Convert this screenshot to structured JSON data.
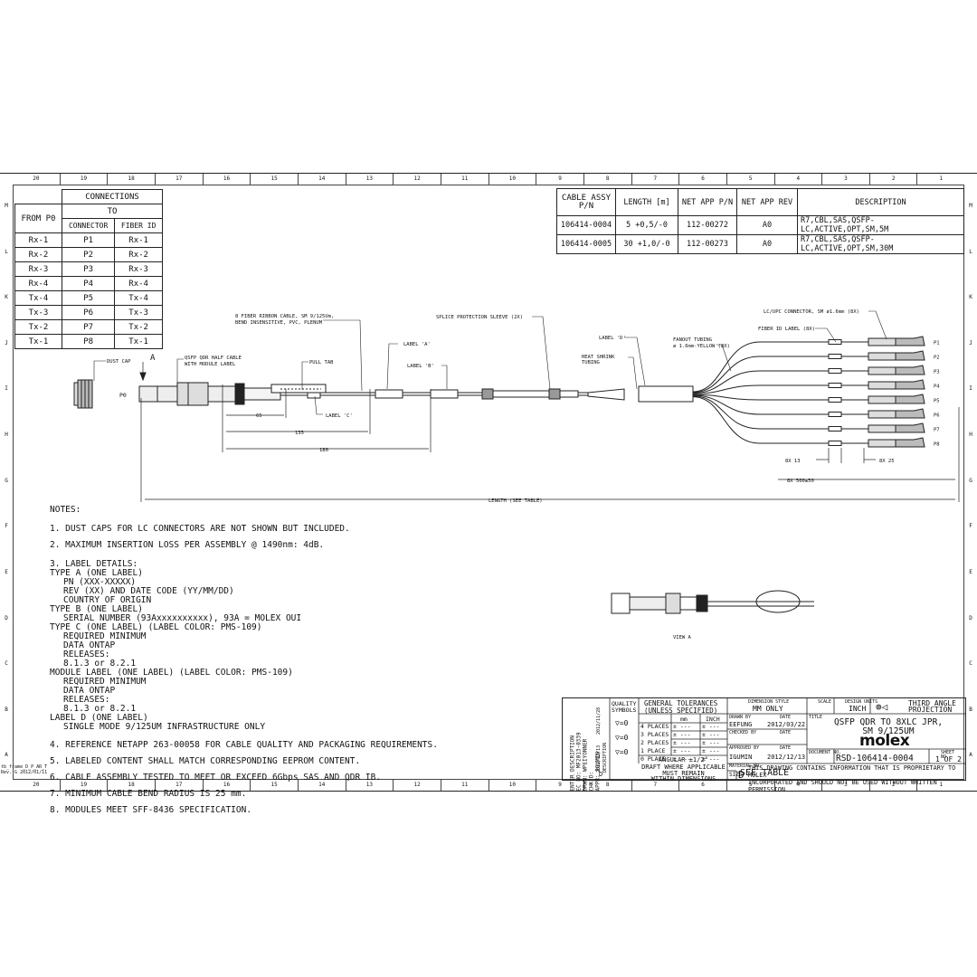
{
  "zones": [
    "20",
    "19",
    "18",
    "17",
    "16",
    "15",
    "14",
    "13",
    "12",
    "11",
    "10",
    "9",
    "8",
    "7",
    "6",
    "5",
    "4",
    "3",
    "2",
    "1"
  ],
  "rows": [
    "M",
    "L",
    "K",
    "J",
    "I",
    "H",
    "G",
    "F",
    "E",
    "D",
    "C",
    "B",
    "A"
  ],
  "frame_code": [
    "tb_frame_D_P_AR_T",
    "Rev. G 2012/01/11"
  ],
  "connections": {
    "title": "CONNECTIONS",
    "from": "FROM P0",
    "to": "TO",
    "col_connector": "CONNECTOR",
    "col_fiber": "FIBER ID",
    "rows": [
      [
        "Rx-1",
        "P1",
        "Rx-1"
      ],
      [
        "Rx-2",
        "P2",
        "Rx-2"
      ],
      [
        "Rx-3",
        "P3",
        "Rx-3"
      ],
      [
        "Rx-4",
        "P4",
        "Rx-4"
      ],
      [
        "Tx-4",
        "P5",
        "Tx-4"
      ],
      [
        "Tx-3",
        "P6",
        "Tx-3"
      ],
      [
        "Tx-2",
        "P7",
        "Tx-2"
      ],
      [
        "Tx-1",
        "P8",
        "Tx-1"
      ]
    ]
  },
  "cable_table": {
    "headers": [
      "CABLE ASSY P/N",
      "LENGTH [m]",
      "NET APP P/N",
      "NET APP REV",
      "DESCRIPTION"
    ],
    "rows": [
      [
        "106414-0004",
        "5 +0,5/-0",
        "112-00272",
        "A0",
        "R7,CBL,SAS,QSFP-LC,ACTIVE,OPT,SM,5M"
      ],
      [
        "106414-0005",
        "30 +1,0/-0",
        "112-00273",
        "A0",
        "R7,CBL,SAS,QSFP-LC,ACTIVE,OPT,SM,30M"
      ]
    ]
  },
  "callouts": {
    "ribbon": [
      "8 FIBER RIBBON CABLE, SM 9/125Um,",
      "BEND INSENSITIVE, PVC, PLENUM"
    ],
    "splice": "SPLICE PROTECTION SLEEVE (2X)",
    "label_a": "LABEL 'A'",
    "label_b": "LABEL 'B'",
    "label_c": "LABEL 'C'",
    "label_d": "LABEL 'D'",
    "dust_cap": "DUST CAP",
    "view_a_arrow": "A",
    "qsfp": [
      "QSFP QDR HALF CABLE",
      "WITH MODULE LABEL"
    ],
    "pull_tab": "PULL TAB",
    "heat_shrink": [
      "HEAT SHRINK",
      "TUBING"
    ],
    "fanout": [
      "FANOUT TUBING",
      "ø 1.6mm-YELLOW (8X)"
    ],
    "fiber_id": "FIBER ID LABEL (8X)",
    "lc_conn": "LC/UPC CONNECTOR, SM ø1.6mm (8X)",
    "p0": "P0",
    "ports": [
      "P1",
      "P2",
      "P3",
      "P4",
      "P5",
      "P6",
      "P7",
      "P8"
    ],
    "dim_65": "65",
    "dim_135": "135",
    "dim_180": "180",
    "dim_length": "LENGTH (SEE TABLE)",
    "dim_13": "8X 13",
    "dim_25": "8X 25",
    "dim_500": "8X 500±50",
    "view_a": "VIEW A"
  },
  "notes": {
    "heading": "NOTES:",
    "n1": "1. DUST CAPS FOR LC CONNECTORS ARE NOT SHOWN BUT INCLUDED.",
    "n2": "2. MAXIMUM INSERTION LOSS PER ASSEMBLY @ 1490nm: 4dB.",
    "n3": [
      {
        "t": "3. LABEL DETAILS:",
        "c": "i1"
      },
      {
        "t": "TYPE A (ONE LABEL)",
        "c": "i1"
      },
      {
        "t": "PN (XXX-XXXXX)",
        "c": "i2"
      },
      {
        "t": "REV (XX) AND DATE CODE (YY/MM/DD)",
        "c": "i2"
      },
      {
        "t": "COUNTRY OF ORIGIN",
        "c": "i2"
      },
      {
        "t": "TYPE B (ONE LABEL)",
        "c": "i1"
      },
      {
        "t": "SERIAL NUMBER (93Axxxxxxxxxx),   93A = MOLEX OUI",
        "c": "i2"
      },
      {
        "t": "TYPE C (ONE LABEL) (LABEL COLOR: PMS-109)",
        "c": "i1"
      },
      {
        "t": "REQUIRED MINIMUM",
        "c": "i2"
      },
      {
        "t": "DATA ONTAP",
        "c": "i2"
      },
      {
        "t": "RELEASES:",
        "c": "i2"
      },
      {
        "t": "8.1.3 or 8.2.1",
        "c": "i2"
      },
      {
        "t": "MODULE LABEL (ONE LABEL) (LABEL COLOR: PMS-109)",
        "c": "i1"
      },
      {
        "t": "REQUIRED MINIMUM",
        "c": "i2"
      },
      {
        "t": "DATA ONTAP",
        "c": "i2"
      },
      {
        "t": "RELEASES:",
        "c": "i2"
      },
      {
        "t": "8.1.3 or 8.2.1",
        "c": "i2"
      },
      {
        "t": "LABEL D (ONE LABEL)",
        "c": "i1"
      },
      {
        "t": "SINGLE MODE 9/125UM INFRASTRUCTURE ONLY",
        "c": "i2"
      }
    ],
    "n4": "4. REFERENCE NETAPP 263-00058 FOR CABLE QUALITY AND PACKAGING REQUIREMENTS.",
    "n5": "5. LABELED CONTENT SHALL MATCH CORRESPONDING EEPROM CONTENT.",
    "n6": "6. CABLE ASSEMBLY TESTED TO MEET OR EXCEED 6Gbps SAS AND QDR IB.",
    "n7": "7. MINIMUM CABLE BEND RADIUS IS 25 mm.",
    "n8": "8. MODULES MEET SFF-8436 SPECIFICATION."
  },
  "title_block": {
    "rev_lines": [
      "ENTER DESCRIPTION",
      "EC NO: MF2013-0339",
      "DRWN: WPEIYONNER",
      "CHK'D:",
      "APPR: IGUMIN"
    ],
    "rev_dates": [
      "2012/11/28",
      "2012/12/13"
    ],
    "rev_side": [
      "DESCRIPTION",
      "REV"
    ],
    "rev_letter": "D",
    "quality": "QUALITY SYMBOLS",
    "qsym": [
      "▽=0",
      "▽=0",
      "▽=0"
    ],
    "gen_tol": [
      "GENERAL TOLERANCES",
      "(UNLESS SPECIFIED)"
    ],
    "tol_head": [
      "mm",
      "INCH"
    ],
    "tol_rows": [
      "4 PLACES",
      "3 PLACES",
      "2 PLACES",
      "1 PLACE",
      "0 PLACE"
    ],
    "tol_val": "± ---",
    "angular": "ANGULAR ±1/2°",
    "draft": [
      "DRAFT WHERE APPLICABLE",
      "MUST REMAIN",
      "WITHIN DIMENSIONS"
    ],
    "dim_style_label": "DIMENSION STYLE",
    "dim_style": "MM ONLY",
    "drawn_by_label": "DRAWN BY",
    "date_label": "DATE",
    "drawn_by": "EEFUNG",
    "drawn_date": "2012/03/22",
    "checked_by_label": "CHECKED BY",
    "approved_by_label": "APPROVED BY",
    "approved_by": "IGUMIN",
    "approved_date": "2012/12/13",
    "material_label": "MATERIAL NO.",
    "material": "SEE TABLE",
    "scale_label": "SCALE",
    "design_units_label": "DESIGN UNITS",
    "design_units": "INCH",
    "projection": [
      "THIRD ANGLE",
      "PROJECTION"
    ],
    "title_label": "TITLE",
    "title": [
      "QSFP QDR TO 8XLC JPR,",
      "SM 9/125UM"
    ],
    "logo": "molex",
    "document_label": "DOCUMENT NO.",
    "document": "RSD-106414-0004",
    "sheet_label": "SHEET NO.",
    "sheet": "1 OF 2",
    "size_label": "SIZE",
    "size": "D",
    "proprietary": [
      "THIS DRAWING CONTAINS INFORMATION THAT IS PROPRIETARY TO MOLEX",
      "INCORPORATED AND SHOULD NOT BE USED WITHOUT WRITTEN PERMISSION"
    ]
  }
}
